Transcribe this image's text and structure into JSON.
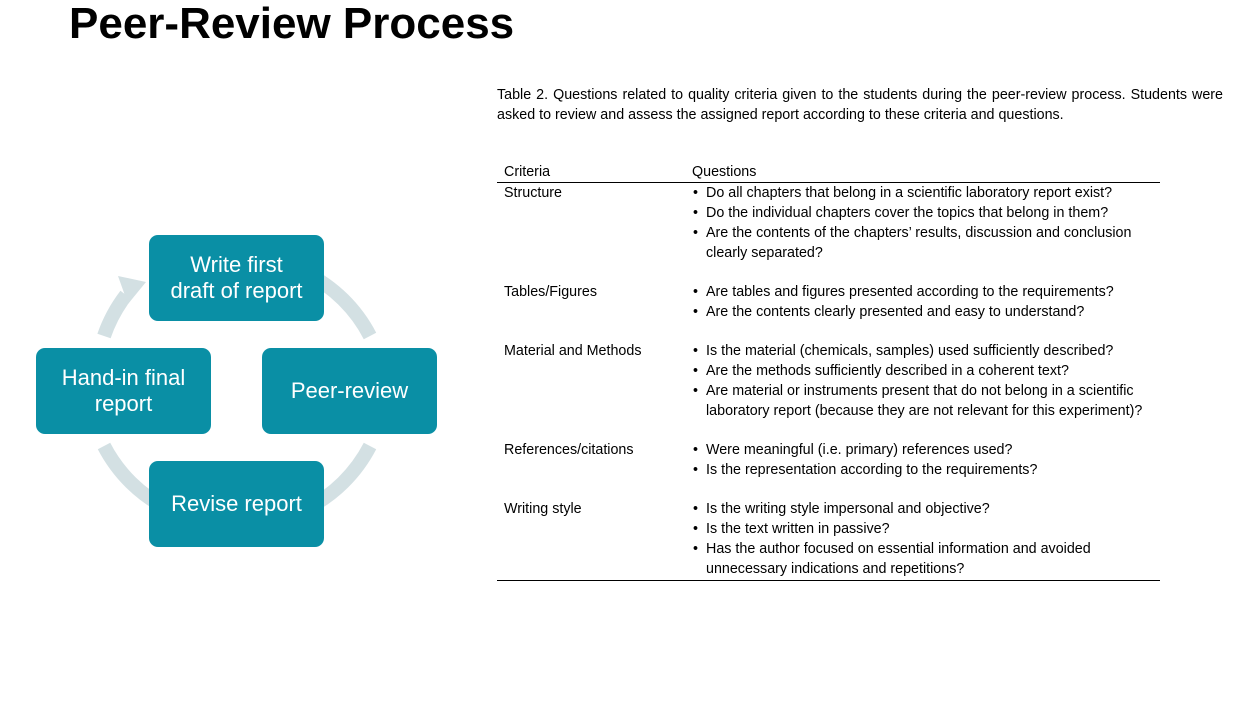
{
  "slide": {
    "title": "Peer-Review Process"
  },
  "cycle": {
    "colors": {
      "node": "#0A8FA5",
      "ring": "#D3E0E3",
      "text": "#FFFFFF"
    },
    "steps": [
      {
        "lines": [
          "Write first",
          "draft of report"
        ]
      },
      {
        "lines": [
          "Peer-review"
        ]
      },
      {
        "lines": [
          "Revise report"
        ]
      },
      {
        "lines": [
          "Hand-in final",
          "report"
        ]
      }
    ]
  },
  "table": {
    "caption": "Table 2. Questions related to quality criteria given to the students during the peer-review process. Students were asked to review and assess the assigned report according to these criteria and questions.",
    "headers": [
      "Criteria",
      "Questions"
    ],
    "rows": [
      {
        "criteria": "Structure",
        "questions": [
          "Do all chapters that belong in a scientific laboratory report exist?",
          "Do the individual chapters cover the topics that belong in them?",
          "Are the contents of the chapters’ results, discussion and conclusion clearly separated?"
        ]
      },
      {
        "criteria": "Tables/Figures",
        "questions": [
          "Are tables and figures presented according to the requirements?",
          "Are the contents clearly presented and easy to understand?"
        ]
      },
      {
        "criteria": "Material and Methods",
        "questions": [
          "Is the material (chemicals, samples) used sufficiently described?",
          "Are the methods sufficiently described in a coherent text?",
          "Are material or instruments present that do not belong in a scientific laboratory report (because they are not relevant for this experiment)?"
        ]
      },
      {
        "criteria": "References/citations",
        "questions": [
          "Were meaningful (i.e. primary) references used?",
          "Is the representation according to the requirements?"
        ]
      },
      {
        "criteria": "Writing style",
        "questions": [
          "Is the writing style impersonal and objective?",
          "Is the text written in passive?",
          "Has the author focused on essential information and avoided unnecessary indications and repetitions?"
        ]
      }
    ]
  }
}
